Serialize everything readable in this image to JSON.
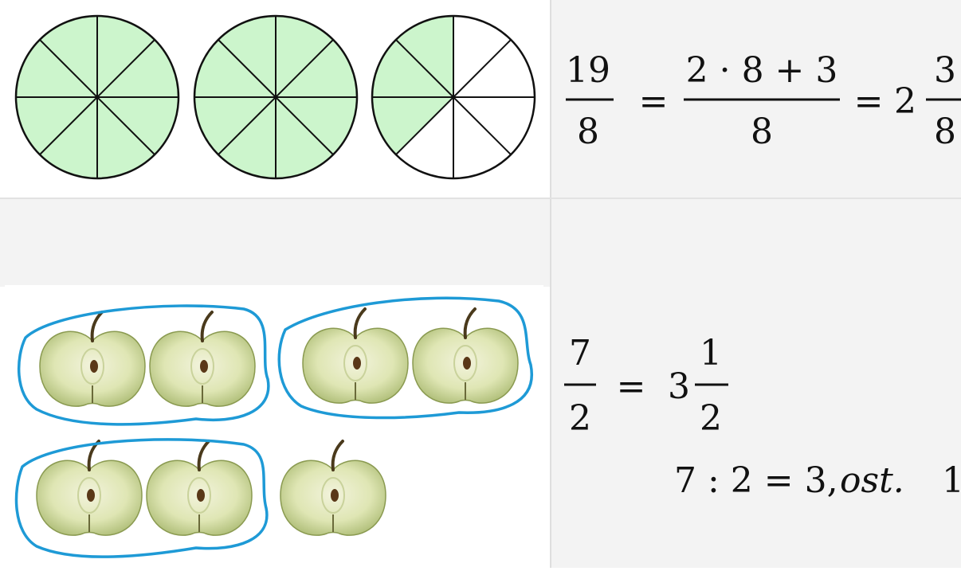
{
  "colors": {
    "fill": "#ccf5cc",
    "outline": "#1e9ad6",
    "cell_bg": "#f3f3f3",
    "divider": "#dedede"
  },
  "circles": [
    {
      "shaded_slices": 8,
      "total_slices": 8
    },
    {
      "shaded_slices": 8,
      "total_slices": 8
    },
    {
      "shaded_slices": 3,
      "total_slices": 8
    }
  ],
  "top_equation": {
    "frac1_num": "19",
    "frac1_den": "8",
    "equals": "=",
    "frac2_num": "2 · 8 + 3",
    "frac2_den": "8",
    "mixed_whole": "2",
    "mixed_num": "3",
    "mixed_den": "8"
  },
  "bottom_equation": {
    "frac_num": "7",
    "frac_den": "2",
    "equals": "=",
    "mixed_whole": "3",
    "mixed_num": "1",
    "mixed_den": "2",
    "division": "7 : 2 = 3,",
    "remainder_word": "ost.",
    "remainder_value": "1"
  },
  "apples": {
    "groups": [
      {
        "count": 2,
        "circled": true
      },
      {
        "count": 2,
        "circled": true
      },
      {
        "count": 2,
        "circled": true
      },
      {
        "count": 1,
        "circled": false
      }
    ]
  }
}
